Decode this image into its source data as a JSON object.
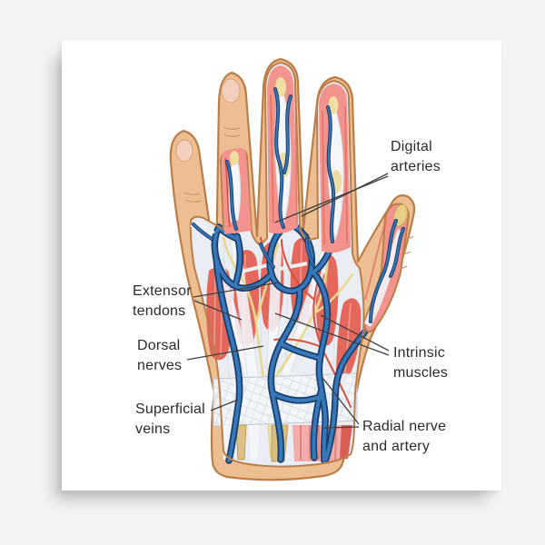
{
  "figure": {
    "type": "anatomical-diagram",
    "subject": "Back of hand anatomy illustration on white canvas print",
    "labels": [
      {
        "id": "digital-arteries",
        "text": "Digital arteries",
        "line1": "Digital",
        "line2": "arteries"
      },
      {
        "id": "extensor-tendons",
        "text": "Extensor tendons",
        "line1": "Extensor",
        "line2": "tendons"
      },
      {
        "id": "dorsal-nerves",
        "text": "Dorsal nerves",
        "line1": "Dorsal",
        "line2": "nerves"
      },
      {
        "id": "superficial-veins",
        "text": "Superficial veins",
        "line1": "Superficial",
        "line2": "veins"
      },
      {
        "id": "intrinsic-muscles",
        "text": "Intrinsic muscles",
        "line1": "Intrinsic",
        "line2": "muscles"
      },
      {
        "id": "radial-nerve-artery",
        "text": "Radial nerve and artery",
        "line1": "Radial nerve",
        "line2": "and artery"
      }
    ],
    "colors": {
      "page_background": "#f4f4f5",
      "canvas": "#ffffff",
      "skin": "#EDBE92",
      "skin_outline": "#BC7E49",
      "nail": "#F3D0BC",
      "subcutaneous_pink": "#F2938D",
      "fascia": "#EAEEF4",
      "tendon_white": "#F4F6F9",
      "muscle_red": "#E4675C",
      "vein_blue": "#3878B8",
      "vein_outline": "#173E6D",
      "nerve_yellow": "#EAD88D",
      "artery_red": "#D9503F",
      "deep_tendon_tan": "#D9BE80",
      "label_text": "#2b2b2b",
      "leader_line": "#3f3f3f"
    }
  }
}
